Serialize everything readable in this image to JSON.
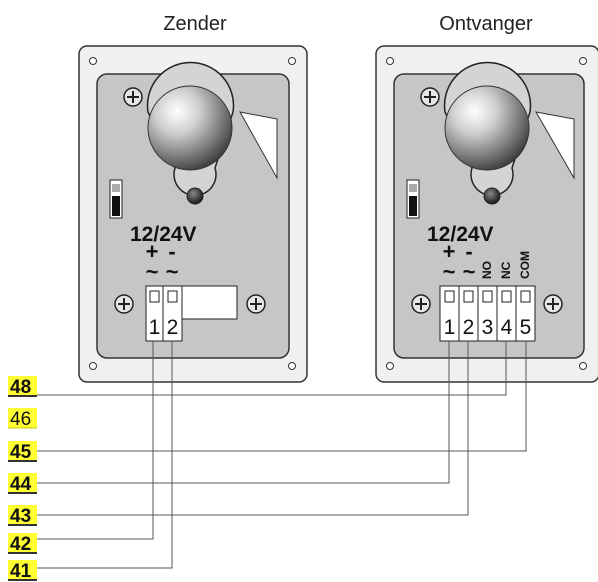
{
  "colors": {
    "strip_yellow": "#ffff33",
    "panel_gray": "#c6c6c6",
    "outer_gray": "#f0f0f0",
    "wire": "#555555"
  },
  "devices": {
    "sender": {
      "title": "Zender",
      "voltage": "12/24V",
      "polarity": [
        "+",
        "-"
      ],
      "ac": [
        "~",
        "~"
      ],
      "terminals": [
        "1",
        "2"
      ]
    },
    "receiver": {
      "title": "Ontvanger",
      "voltage": "12/24V",
      "polarity": [
        "+",
        "-"
      ],
      "ac": [
        "~",
        "~"
      ],
      "contact_labels": [
        "NO",
        "NC",
        "COM"
      ],
      "terminals": [
        "1",
        "2",
        "3",
        "4",
        "5"
      ]
    }
  },
  "terminal_strip": {
    "terminals": [
      {
        "number": "48",
        "used": true
      },
      {
        "number": "46",
        "used": false
      },
      {
        "number": "45",
        "used": true
      },
      {
        "number": "44",
        "used": true
      },
      {
        "number": "43",
        "used": true
      },
      {
        "number": "42",
        "used": true
      },
      {
        "number": "41",
        "used": true
      }
    ]
  }
}
